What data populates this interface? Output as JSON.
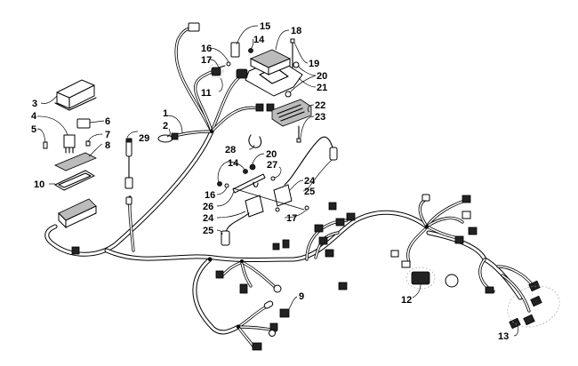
{
  "diagram": {
    "title": "Wiring Harness Assembly",
    "callouts": [
      {
        "id": "1",
        "label": "1"
      },
      {
        "id": "2",
        "label": "2"
      },
      {
        "id": "3",
        "label": "3"
      },
      {
        "id": "4",
        "label": "4"
      },
      {
        "id": "5",
        "label": "5"
      },
      {
        "id": "6",
        "label": "6"
      },
      {
        "id": "7",
        "label": "7"
      },
      {
        "id": "8",
        "label": "8"
      },
      {
        "id": "9",
        "label": "9"
      },
      {
        "id": "10",
        "label": "10"
      },
      {
        "id": "11",
        "label": "11"
      },
      {
        "id": "12",
        "label": "12"
      },
      {
        "id": "13",
        "label": "13"
      },
      {
        "id": "14a",
        "label": "14"
      },
      {
        "id": "14b",
        "label": "14"
      },
      {
        "id": "15",
        "label": "15"
      },
      {
        "id": "16a",
        "label": "16"
      },
      {
        "id": "16b",
        "label": "16"
      },
      {
        "id": "17a",
        "label": "17"
      },
      {
        "id": "17b",
        "label": "17"
      },
      {
        "id": "18",
        "label": "18"
      },
      {
        "id": "19",
        "label": "19"
      },
      {
        "id": "20a",
        "label": "20"
      },
      {
        "id": "20b",
        "label": "20"
      },
      {
        "id": "21",
        "label": "21"
      },
      {
        "id": "22",
        "label": "22"
      },
      {
        "id": "23",
        "label": "23"
      },
      {
        "id": "24a",
        "label": "24"
      },
      {
        "id": "24b",
        "label": "24"
      },
      {
        "id": "25a",
        "label": "25"
      },
      {
        "id": "25b",
        "label": "25"
      },
      {
        "id": "26",
        "label": "26"
      },
      {
        "id": "27",
        "label": "27"
      },
      {
        "id": "28",
        "label": "28"
      },
      {
        "id": "29",
        "label": "29"
      }
    ]
  }
}
